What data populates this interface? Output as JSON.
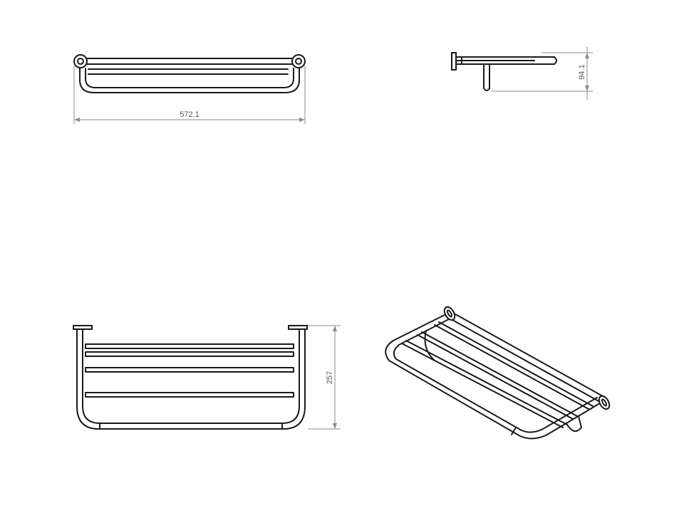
{
  "drawing": {
    "top_view": {
      "width_dim": "572.1"
    },
    "side_view": {
      "height_dim": "94.1"
    },
    "front_view": {
      "height_dim": "257"
    },
    "iso_view": {}
  },
  "colors": {
    "line": "#1a1a1a",
    "dimension": "#8a8a8a",
    "background": "#ffffff"
  }
}
